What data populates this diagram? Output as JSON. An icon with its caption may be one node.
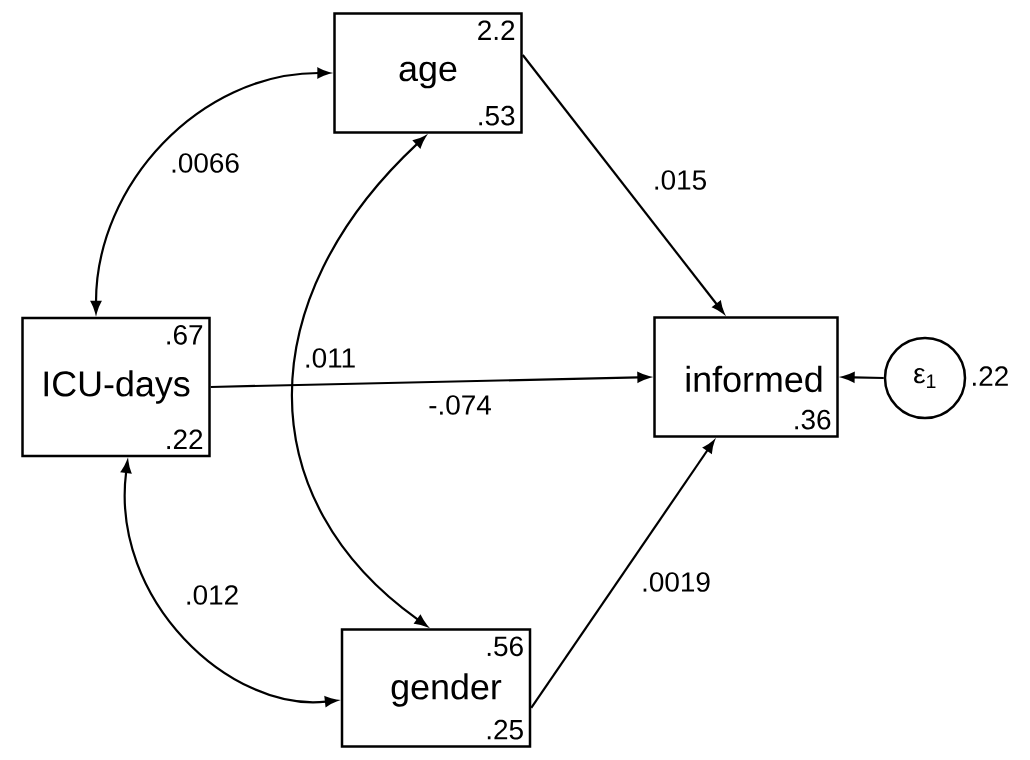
{
  "diagram": {
    "nodes": [
      {
        "text": [
          "2.2",
          "age",
          ".53"
        ]
      },
      {
        "text": [
          ".67",
          "ICU-days",
          ".22"
        ]
      },
      {
        "text": [
          "informed",
          ".36"
        ]
      },
      {
        "text": [
          "ε$_{1}$"
        ],
        "beside": [
          ".22"
        ]
      },
      {
        "text": [
          ".56",
          "gender",
          ".25"
        ]
      }
    ],
    "edges": [
      {
        "from": 0,
        "to": 2,
        "arrow": "to",
        "label": ".015"
      },
      {
        "from": 1,
        "to": 2,
        "arrow": "to",
        "label": "-.074"
      },
      {
        "from": 4,
        "to": 2,
        "arrow": "to",
        "label": ".0019"
      },
      {
        "from": 3,
        "to": 2,
        "arrow": "to"
      },
      {
        "from": 1,
        "to": 0,
        "arrow": "both",
        "label": ".0066"
      },
      {
        "from": 0,
        "to": 4,
        "arrow": "both",
        "label": ".011"
      },
      {
        "from": 1,
        "to": 4,
        "arrow": "both",
        "label": ".012"
      }
    ]
  }
}
